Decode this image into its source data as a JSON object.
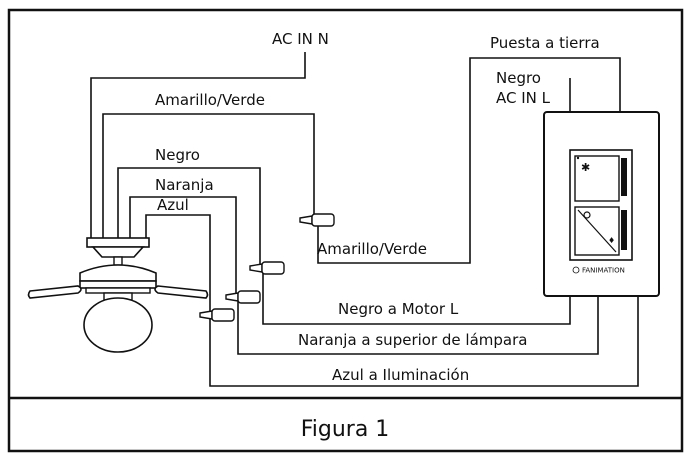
{
  "labels": {
    "ac_in_n": "AC IN N",
    "puesta_a_tierra": "Puesta a tierra",
    "negro": "Negro",
    "ac_in_l": "AC IN L",
    "amarillo_verde_top": "Amarillo/Verde",
    "negro_fan": "Negro",
    "naranja_fan": "Naranja",
    "azul_fan": "Azul",
    "amarillo_verde_bottom": "Amarillo/Verde",
    "negro_a_motor": "Negro a Motor L",
    "naranja_a_lampara": "Naranja a superior de lámpara",
    "azul_a_iluminacion": "Azul a Iluminación",
    "brand": "FANIMATION"
  },
  "caption": "Figura 1"
}
